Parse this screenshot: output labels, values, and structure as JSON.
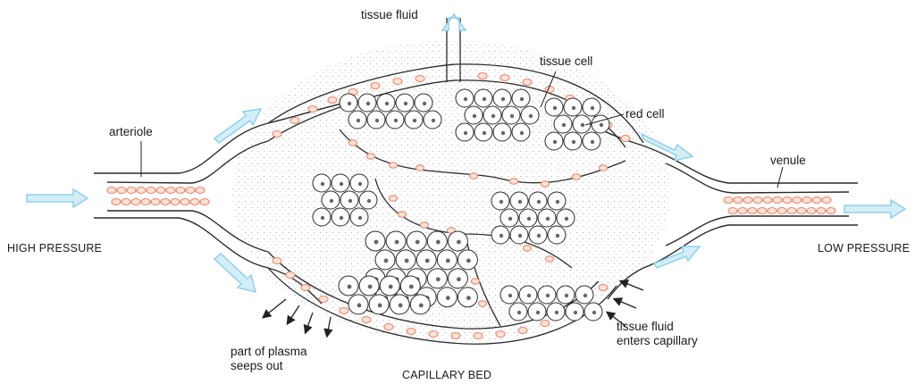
{
  "labels": {
    "tissue_fluid_top": "tissue fluid",
    "tissue_cell": "tissue cell",
    "red_cell": "red cell",
    "arteriole": "arteriole",
    "venule": "venule",
    "high_pressure": "HIGH PRESSURE",
    "low_pressure": "LOW PRESSURE",
    "plasma_line1": "part of plasma",
    "plasma_line2": "seeps out",
    "tf_enters_line1": "tissue fluid",
    "tf_enters_line2": "enters capillary",
    "capillary_bed": "CAPILLARY BED"
  },
  "colors": {
    "flow_arrow": "#8fd0ea",
    "red_cell": "#e8896c",
    "red_cell_fill": "#fbe2d8",
    "outline": "#2a2a2a",
    "stipple": "#9a9a9a"
  },
  "icons": {
    "flow_arrow": "block-arrow-icon",
    "seep_arrow": "small-arrow-icon"
  }
}
